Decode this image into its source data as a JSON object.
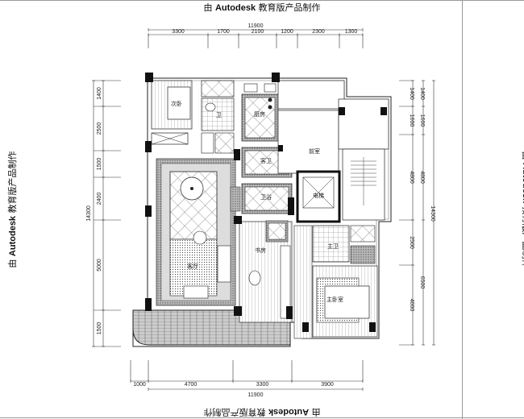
{
  "watermark": {
    "prefix": "由 ",
    "brand": "Autodesk",
    "suffix": " 教育版产品制作"
  },
  "dimensions": {
    "top": {
      "total": "11900",
      "segments": [
        "3300",
        "1700",
        "2100",
        "1200",
        "2300",
        "1300"
      ]
    },
    "bottom": {
      "total": "11900",
      "segments": [
        "1000",
        "4700",
        "3300",
        "3900"
      ]
    },
    "left": {
      "total": "14300",
      "segments": [
        "1400",
        "2500",
        "1500",
        "2400",
        "5000",
        "1500"
      ]
    },
    "right": {
      "total": "14300",
      "inner": [
        "1400",
        "1600",
        "4800",
        "2500",
        "4000"
      ],
      "outer": [
        "1400",
        "1600",
        "4800",
        "6500"
      ]
    }
  },
  "rooms": {
    "second_bedroom": "次卧",
    "bathroom": "卫",
    "kitchen": "厨房",
    "guest_bath": "客卫",
    "bath2": "卫浴",
    "study": "书房",
    "living": "客厅",
    "master_bedroom": "主卧室",
    "master_bath": "主卫",
    "elevator": "电梯",
    "hall": "前室"
  }
}
